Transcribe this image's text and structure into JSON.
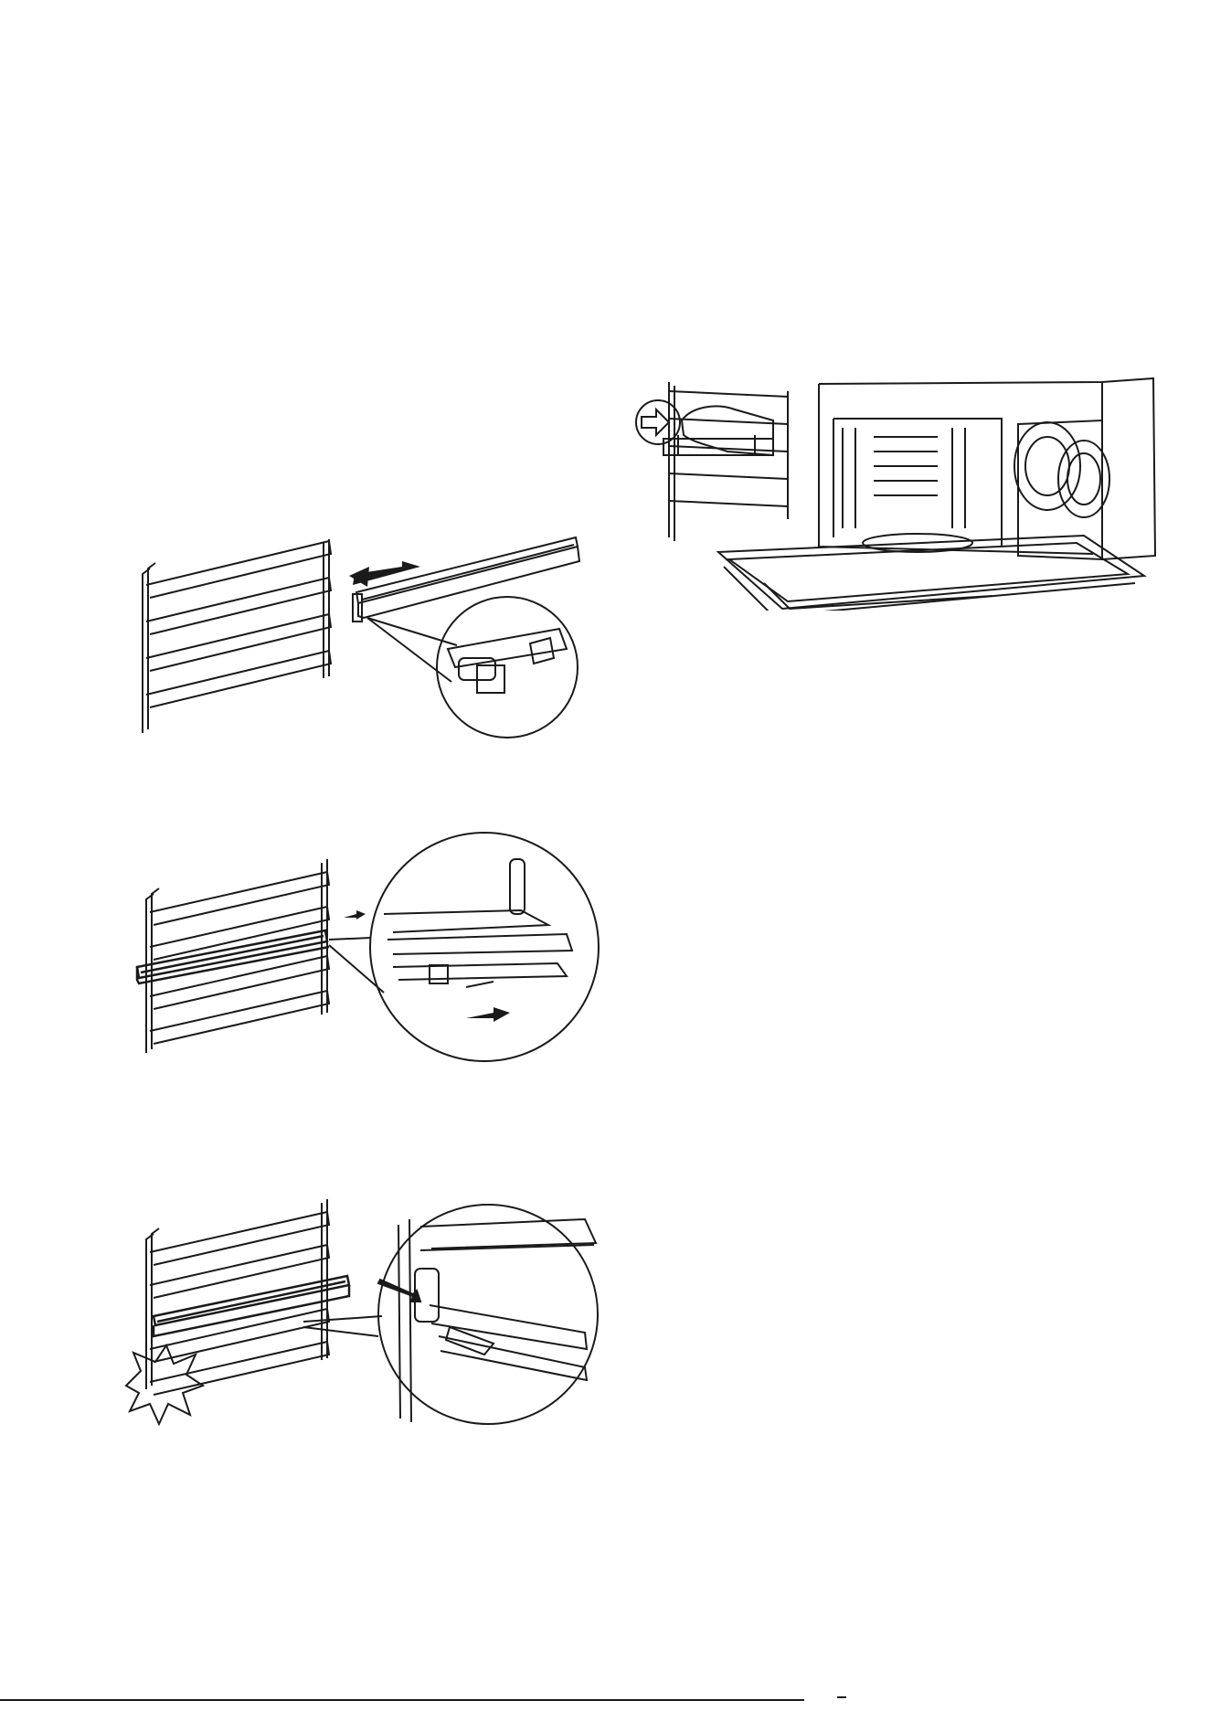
{
  "page": {
    "background": "#ffffff",
    "ink": "#1a1a1a",
    "figures": [
      {
        "id": "rail-attach",
        "icon": "arrow-left-icon"
      },
      {
        "id": "oven-insert",
        "icon": "arrow-right-icon"
      },
      {
        "id": "rail-slide",
        "icon": "arrow-right-icon"
      },
      {
        "id": "rail-click",
        "icon": "click-burst-icon"
      }
    ]
  }
}
